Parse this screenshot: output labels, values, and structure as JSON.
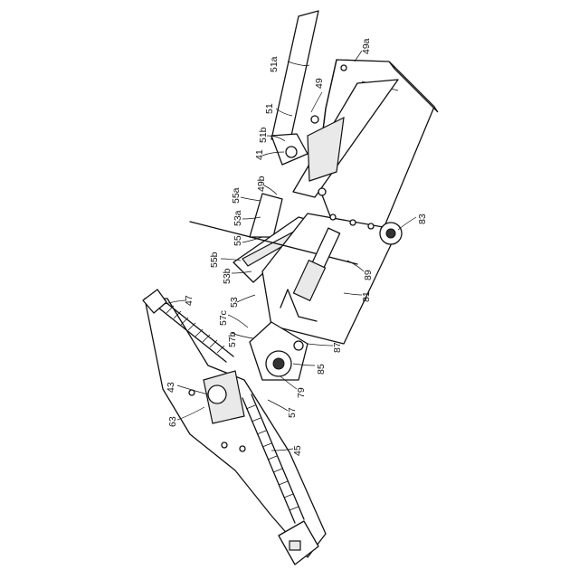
{
  "figure": {
    "labels": [
      "51a",
      "49a",
      "49",
      "51",
      "51b",
      "41",
      "49b",
      "55a",
      "53a",
      "83",
      "55",
      "55b",
      "89",
      "53b",
      "81",
      "53",
      "47",
      "57c",
      "57b",
      "87",
      "85",
      "43",
      "79",
      "57",
      "63",
      "45"
    ]
  }
}
